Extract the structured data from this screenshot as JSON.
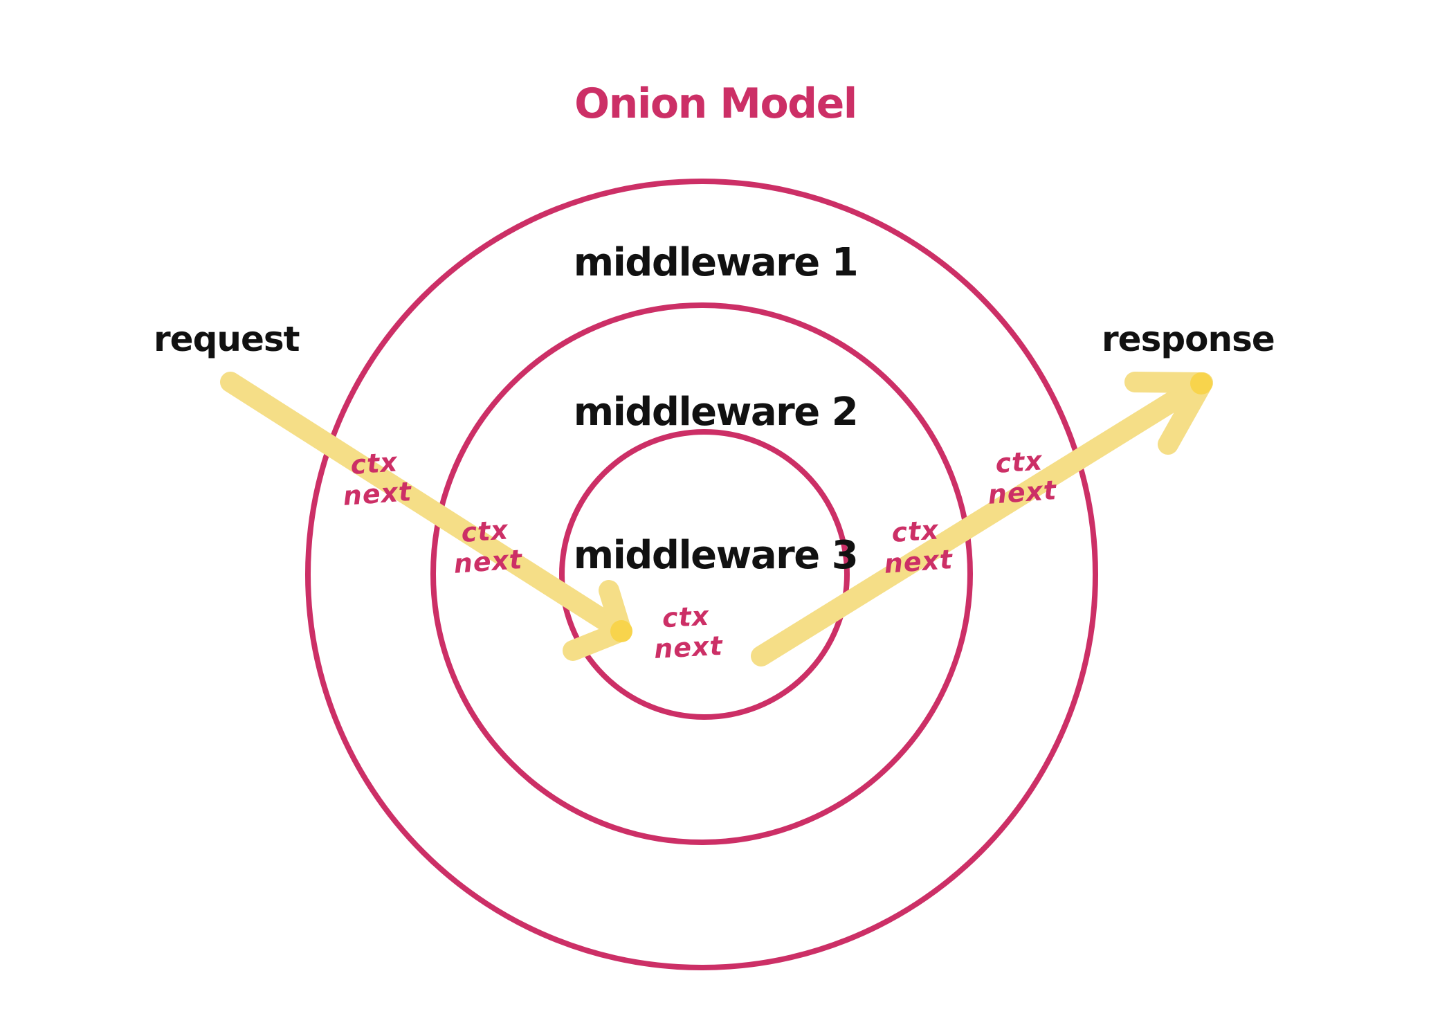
{
  "diagram": {
    "title": "Onion Model",
    "title_color": "#CC2F66",
    "background": "#ffffff",
    "ring_stroke_color": "#CC2F66",
    "arrow_color": "#F5DE87",
    "arrow_head_color": "#F8D44C",
    "label_color": "#111111"
  },
  "rings": [
    {
      "label": "middleware 1",
      "level": 1
    },
    {
      "label": "middleware 2",
      "level": 2
    },
    {
      "label": "middleware 3",
      "level": 3
    }
  ],
  "endpoints": {
    "request": "request",
    "response": "response"
  },
  "flow_annotations": [
    {
      "ctx": "ctx",
      "next": "next",
      "position": "inbound-ring-1"
    },
    {
      "ctx": "ctx",
      "next": "next",
      "position": "inbound-ring-2"
    },
    {
      "ctx": "ctx",
      "next": "next",
      "position": "core-ring-3"
    },
    {
      "ctx": "ctx",
      "next": "next",
      "position": "outbound-ring-2"
    },
    {
      "ctx": "ctx",
      "next": "next",
      "position": "outbound-ring-1"
    }
  ]
}
